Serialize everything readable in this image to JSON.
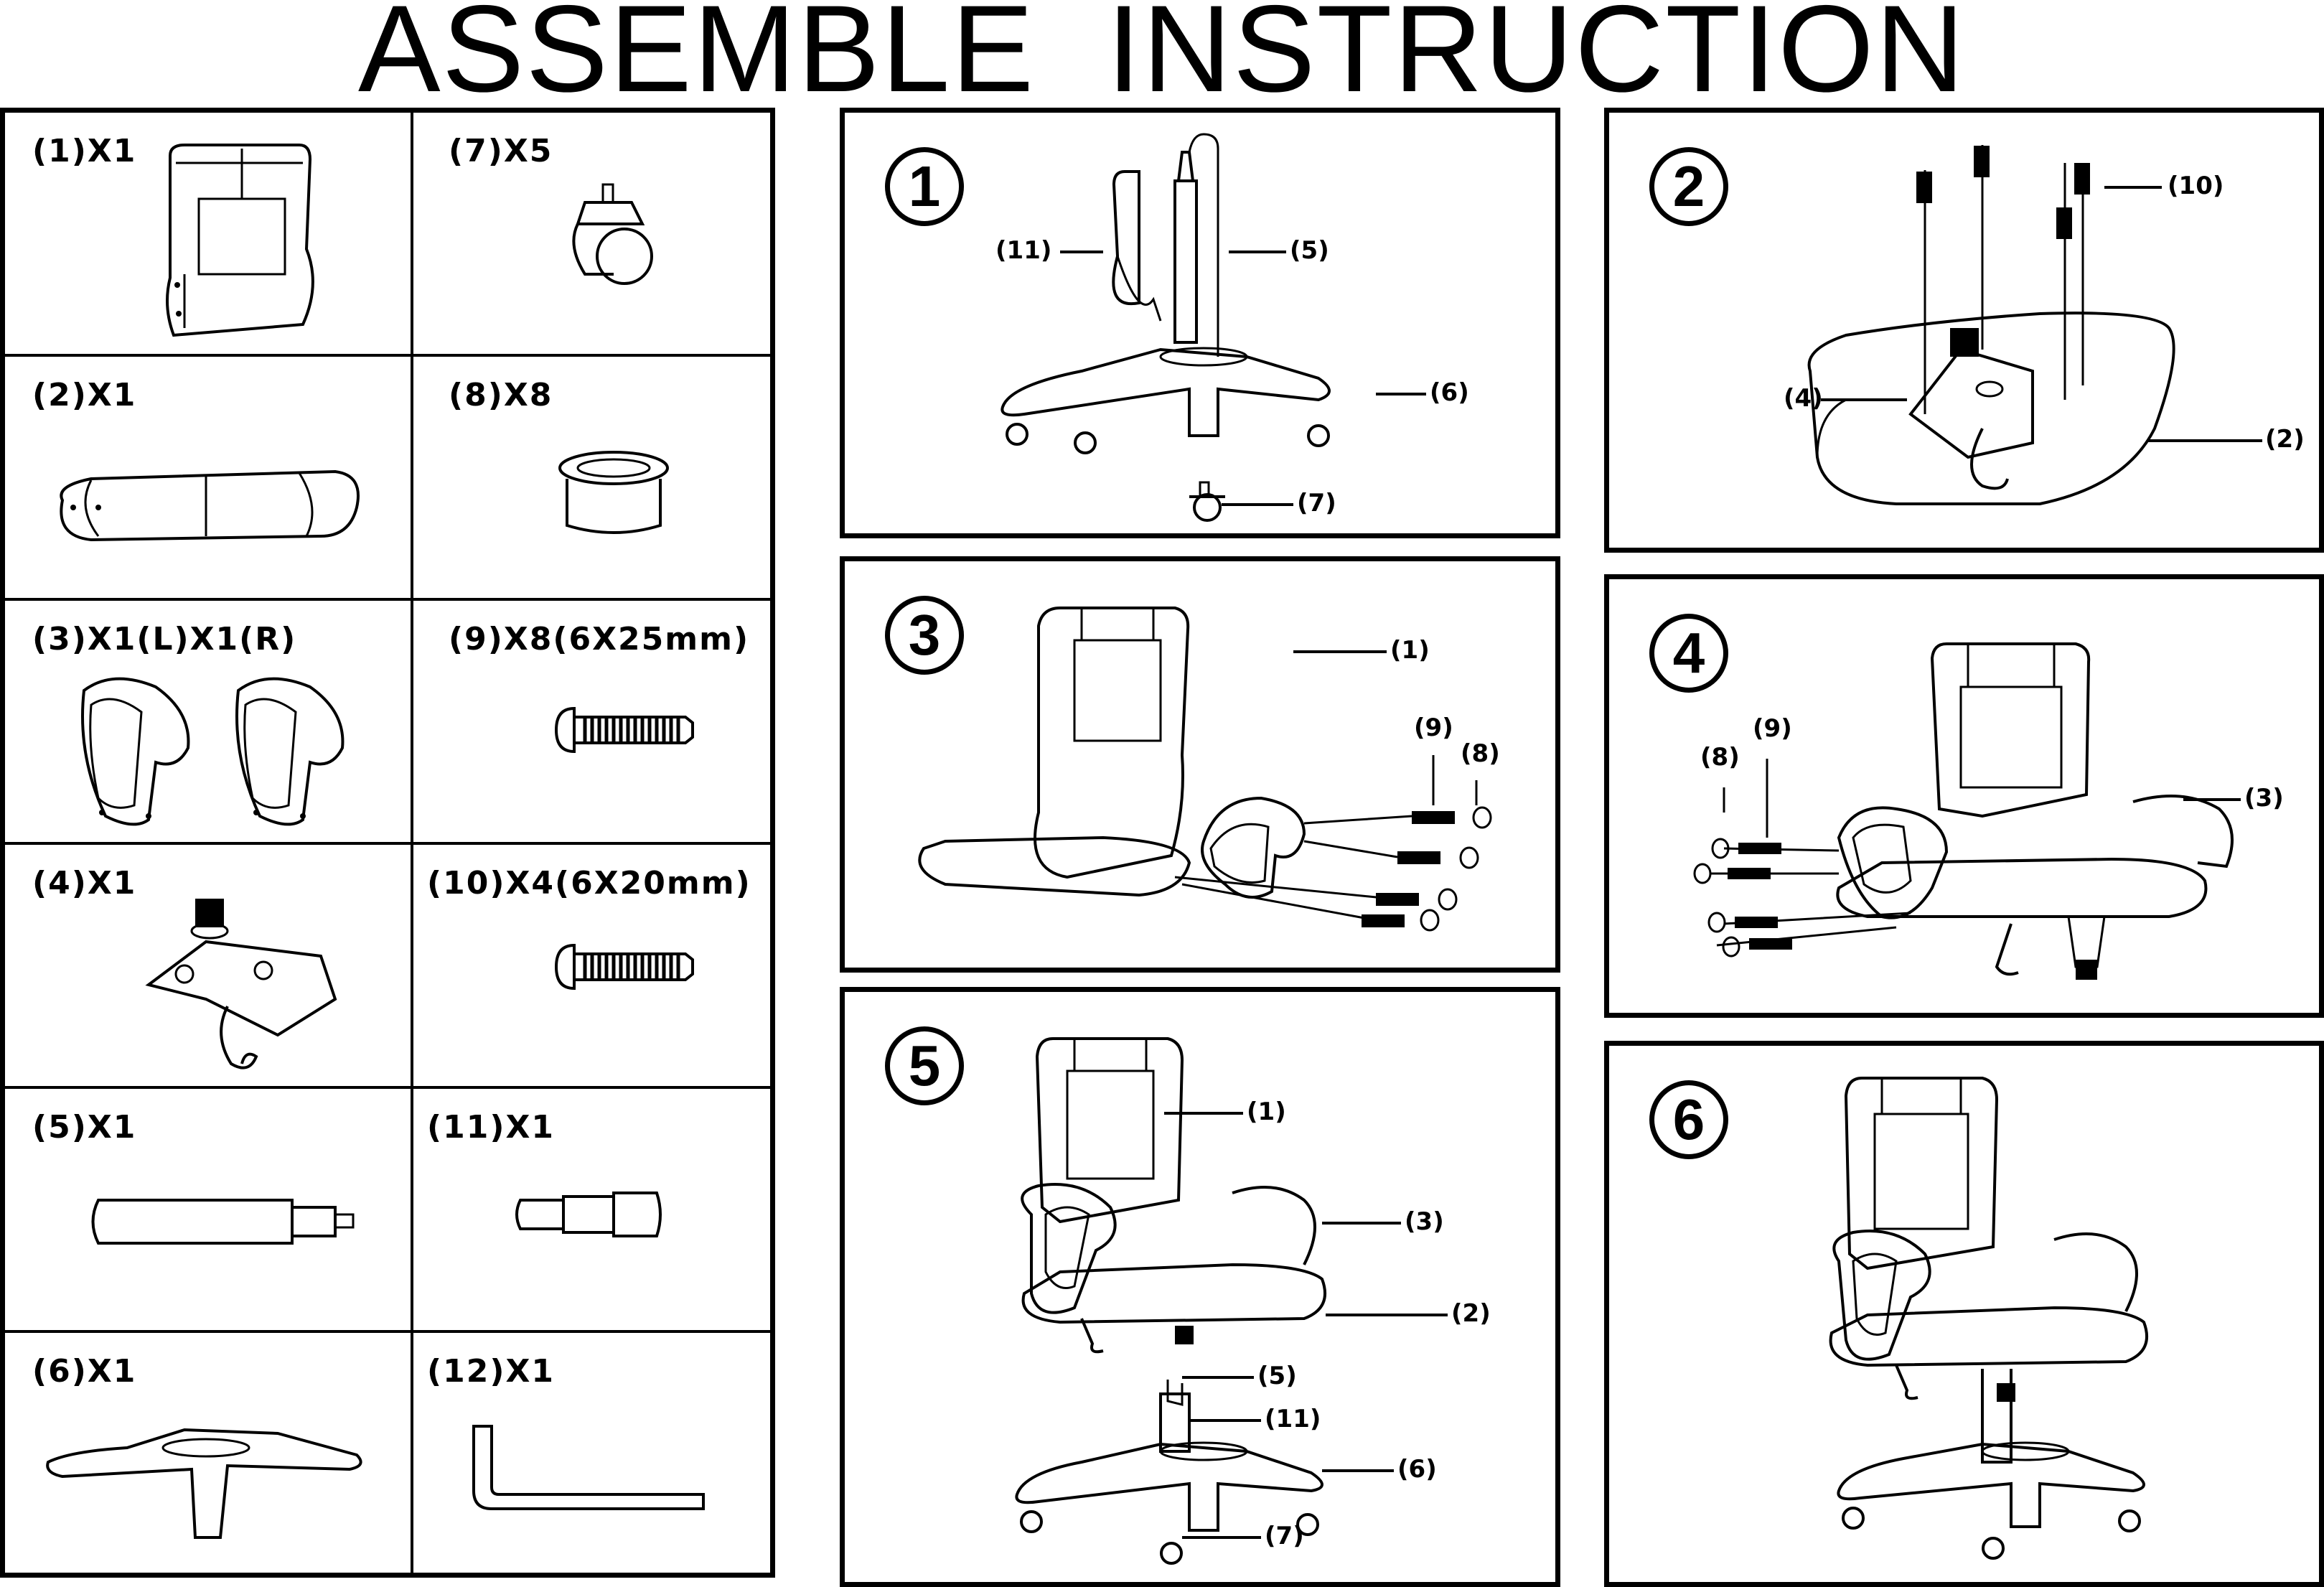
{
  "title": "ASSEMBLE  INSTRUCTION",
  "parts": {
    "p1": "(1)X1",
    "p2": "(2)X1",
    "p3": "(3)X1(L)X1(R)",
    "p4": "(4)X1",
    "p5": "(5)X1",
    "p6": "(6)X1",
    "p7": "(7)X5",
    "p8": "(8)X8",
    "p9": "(9)X8(6X25mm)",
    "p10": "(10)X4(6X20mm)",
    "p11": "(11)X1",
    "p12": "(12)X1"
  },
  "steps": {
    "s1": {
      "num": "1",
      "c11": "(11)",
      "c5": "(5)",
      "c6": "(6)",
      "c7": "(7)"
    },
    "s2": {
      "num": "2",
      "c10": "(10)",
      "c4": "(4)",
      "c2": "(2)"
    },
    "s3": {
      "num": "3",
      "c1": "(1)",
      "c9": "(9)",
      "c8": "(8)"
    },
    "s4": {
      "num": "4",
      "c8": "(8)",
      "c9": "(9)",
      "c3": "(3)"
    },
    "s5": {
      "num": "5",
      "c1": "(1)",
      "c3": "(3)",
      "c2": "(2)",
      "c5": "(5)",
      "c11": "(11)",
      "c6": "(6)",
      "c7": "(7)"
    },
    "s6": {
      "num": "6"
    }
  }
}
